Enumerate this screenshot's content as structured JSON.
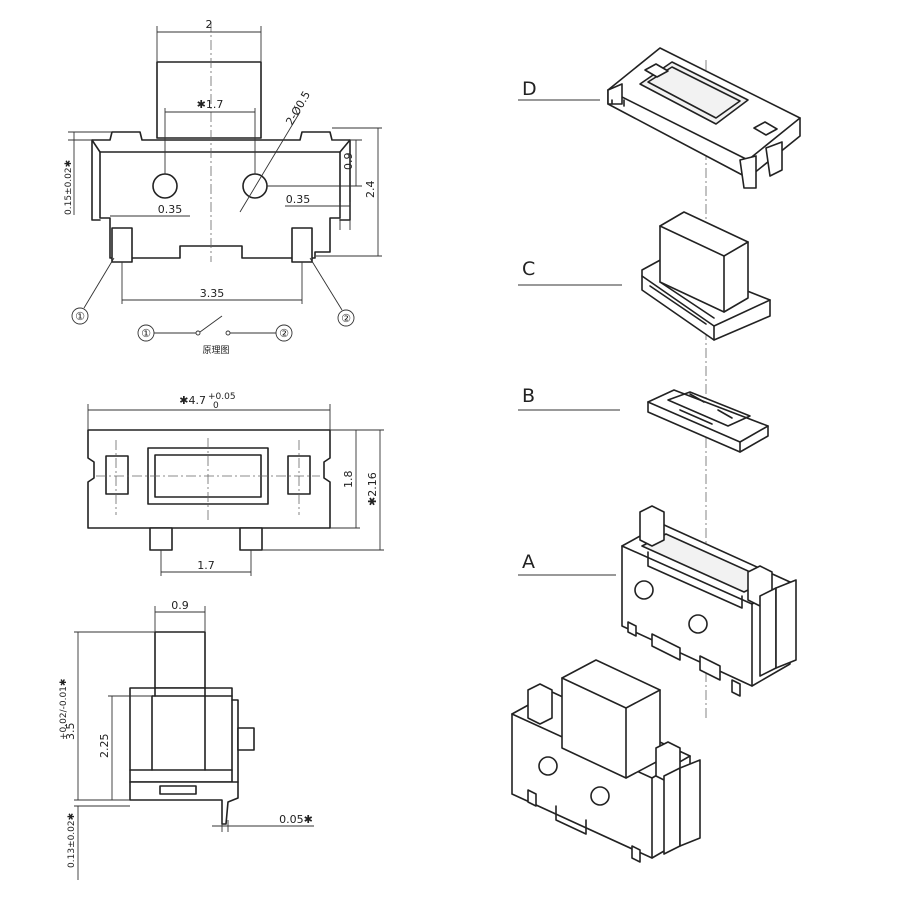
{
  "dimensions": {
    "top_width": "2",
    "hole_pitch": "✱1.7",
    "hole_spec": "2-Ø0.5",
    "left_thickness": "0.15±0.02✱",
    "hole_offset": "0.9",
    "total_height": "2.4",
    "left_gap": "0.35",
    "right_gap": "0.35",
    "pin_pitch": "3.35",
    "plan_width": "✱4.7",
    "plan_width_tol_upper": "+0.05",
    "plan_width_tol_lower": "0",
    "plan_inner_height": "1.8",
    "plan_outer_height": "✱2.16",
    "plan_pin_pitch": "1.7",
    "side_actuator_width": "0.9",
    "side_body_height": "2.25",
    "side_total_height": "3.5",
    "side_total_tol": "+0.02/-0.01✱",
    "side_base_thickness": "0.13±0.02✱",
    "side_lead_offset": "0.05✱"
  },
  "schematic": {
    "pin1": "①",
    "pin2": "②",
    "caption": "原理图"
  },
  "parts": {
    "d": "D",
    "c": "C",
    "b": "B",
    "a": "A"
  }
}
